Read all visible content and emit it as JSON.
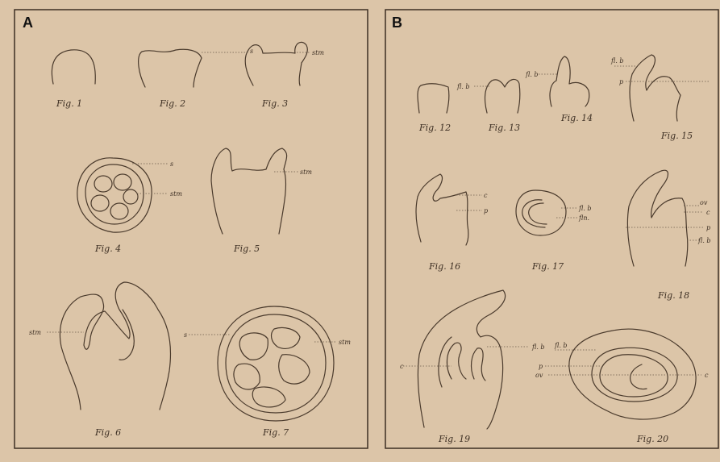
{
  "panels": [
    {
      "letter": "A"
    },
    {
      "letter": "B"
    }
  ],
  "figure_captions": {
    "fig1": "Fig. 1",
    "fig2": "Fig. 2",
    "fig3": "Fig. 3",
    "fig4": "Fig. 4",
    "fig5": "Fig. 5",
    "fig6": "Fig. 6",
    "fig7": "Fig. 7",
    "fig12": "Fig. 12",
    "fig13": "Fig. 13",
    "fig14": "Fig. 14",
    "fig15": "Fig. 15",
    "fig16": "Fig. 16",
    "fig17": "Fig. 17",
    "fig18": "Fig. 18",
    "fig19": "Fig. 19",
    "fig20": "Fig. 20"
  },
  "annotation_labels": {
    "s": "s",
    "stm": "stm",
    "fl_b": "fl. b",
    "p": "p",
    "c": "c",
    "fln": "fln.",
    "ov": "ov"
  }
}
